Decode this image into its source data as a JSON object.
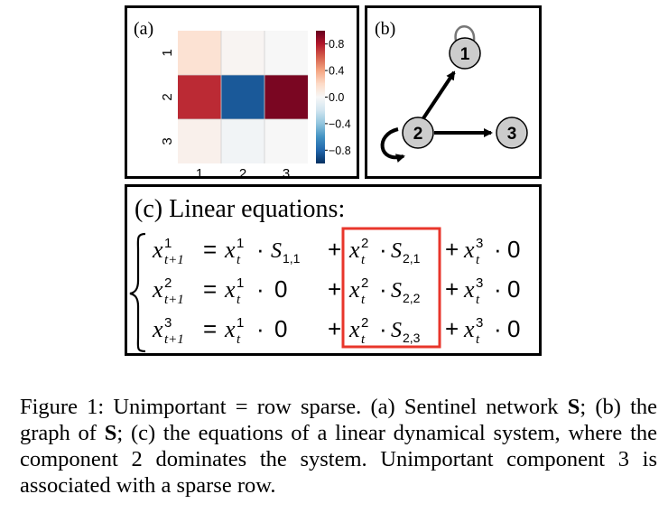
{
  "panel_a": {
    "label": "(a)",
    "row_ticks": [
      "1",
      "2",
      "3"
    ],
    "col_ticks": [
      "1",
      "2",
      "3"
    ],
    "colorbar_ticks": [
      "0.8",
      "0.4",
      "0.0",
      "−0.4",
      "−0.8"
    ],
    "colorbar_values": [
      0.8,
      0.4,
      0.0,
      -0.4,
      -0.8
    ],
    "vmin": -1.0,
    "vmax": 1.0,
    "colormap": [
      "#053061",
      "#2166ac",
      "#4393c3",
      "#92c5de",
      "#d1e5f0",
      "#f7f7f7",
      "#fddbc7",
      "#f4a582",
      "#d6604d",
      "#b2182b",
      "#67001f"
    ]
  },
  "chart_data": {
    "type": "heatmap",
    "rows": [
      "1",
      "2",
      "3"
    ],
    "columns": [
      "1",
      "2",
      "3"
    ],
    "values": [
      [
        0.15,
        0.02,
        0.0
      ],
      [
        0.75,
        -0.85,
        0.95
      ],
      [
        0.05,
        -0.03,
        0.0
      ]
    ],
    "colorbar_range": [
      -1.0,
      1.0
    ]
  },
  "panel_b": {
    "label": "(b)",
    "nodes": [
      "1",
      "2",
      "3"
    ],
    "edges": [
      [
        "1",
        "1"
      ],
      [
        "2",
        "2"
      ],
      [
        "2",
        "1"
      ],
      [
        "2",
        "3"
      ]
    ]
  },
  "panel_c": {
    "title": "(c) Linear equations:",
    "highlight_color": "#e8362b",
    "rows": [
      {
        "lhs_sup": "1",
        "t1_mul": "S",
        "t1_sub": "1,1",
        "t2_sub": "2,1"
      },
      {
        "lhs_sup": "2",
        "t1_mul": "0",
        "t1_sub": "",
        "t2_sub": "2,2"
      },
      {
        "lhs_sup": "3",
        "t1_mul": "0",
        "t1_sub": "",
        "t2_sub": "2,3"
      }
    ]
  },
  "caption": {
    "prefix": "Figure 1: Unimportant = row sparse. (a) Sentinel network ",
    "bold1": "S",
    "mid1": "; (b) the graph of ",
    "bold2": "S",
    "rest": "; (c) the equations of a linear dynamical system, where the component 2 dominates the system. Unimportant component 3 is associated with a sparse row."
  }
}
